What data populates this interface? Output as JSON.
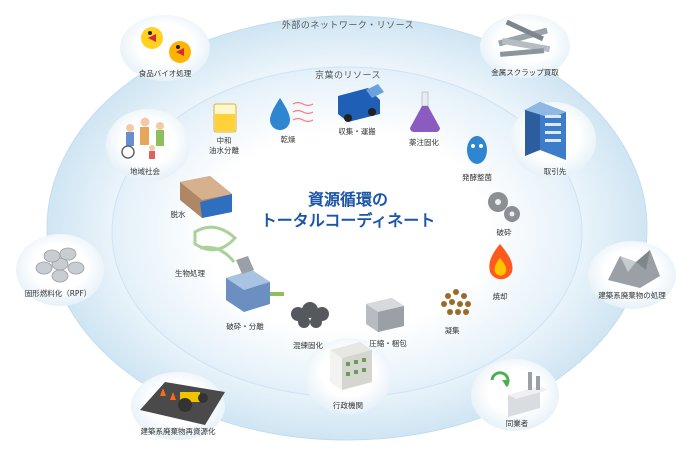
{
  "outer_ring_title": "外部のネットワーク・リソース",
  "inner_ring_title": "京葉のリソース",
  "center_title": [
    "資源循環の",
    "トータルコーディネート"
  ],
  "outer_nodes": {
    "food_bio": "食品バイオ処理",
    "metal_scrap": "金属スクラップ買取",
    "community": "地域社会",
    "client": "取引先",
    "solid_fuel": "固形燃料化（RPF）",
    "construction_waste": "建築系廃棄物の処理",
    "government": "行政機関",
    "construction_recycle": "建築系廃棄物再資源化",
    "peers": "同業者"
  },
  "inner_nodes": {
    "neutralize": [
      "中和",
      "油水分離"
    ],
    "dry": "乾燥",
    "collect": "収集・運搬",
    "chemical": "薬注固化",
    "ferment": "発酵整菌",
    "dewater": "脱水",
    "crush": "破砕",
    "bio": "生物処理",
    "incinerate": "焼却",
    "crush_separate": "破砕・分離",
    "mix_solidify": "混練固化",
    "compress": "圧縮・梱包",
    "coagulate": "凝集"
  },
  "colors": {
    "center_text": "#1a55a8",
    "outer_ring": "#d6e9f5",
    "inner_ring": "#eaf4fb",
    "label": "#333333",
    "fire": "#ff5a1e",
    "recycle": "#4caf50"
  },
  "icons": [
    "bacteria-character-icon",
    "metal-scrap-icon",
    "community-people-icon",
    "office-building-icon",
    "fuel-pellets-icon",
    "rubble-icon",
    "government-building-icon",
    "road-roller-icon",
    "recycle-factory-icon",
    "beaker-icon",
    "water-drop-icon",
    "truck-icon",
    "flask-icon",
    "microbe-icon",
    "dewatering-machine-icon",
    "gear-icon",
    "bio-loop-icon",
    "fire-icon",
    "crusher-machine-icon",
    "smoke-cloud-icon",
    "compressed-bales-icon",
    "coagulate-particles-icon"
  ]
}
